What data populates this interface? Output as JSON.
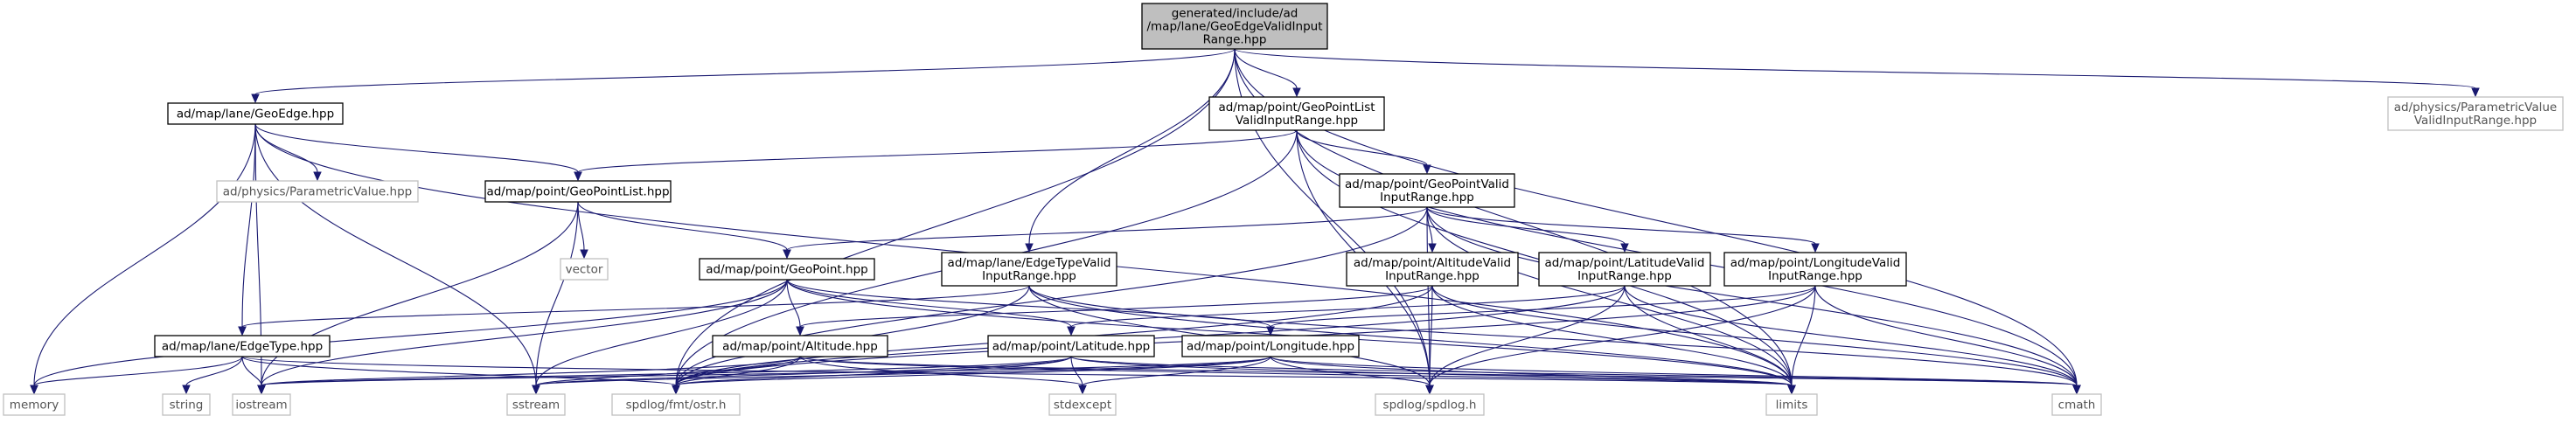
{
  "colors": {
    "edge": "#191970",
    "root_fill": "#bfbfbf",
    "external_border": "#bfbfbf",
    "project_border": "#000000"
  },
  "nodes": [
    {
      "id": "root",
      "kind": "root",
      "lines": [
        "generated/include/ad",
        "/map/lane/GeoEdgeValidInput",
        "Range.hpp"
      ]
    },
    {
      "id": "geoedge",
      "kind": "project",
      "lines": [
        "ad/map/lane/GeoEdge.hpp"
      ]
    },
    {
      "id": "gplvir",
      "kind": "project",
      "lines": [
        "ad/map/point/GeoPointList",
        "ValidInputRange.hpp"
      ]
    },
    {
      "id": "pvvir",
      "kind": "external",
      "lines": [
        "ad/physics/ParametricValue",
        "ValidInputRange.hpp"
      ]
    },
    {
      "id": "pv",
      "kind": "external",
      "lines": [
        "ad/physics/ParametricValue.hpp"
      ]
    },
    {
      "id": "gpl",
      "kind": "project",
      "lines": [
        "ad/map/point/GeoPointList.hpp"
      ]
    },
    {
      "id": "gpvir",
      "kind": "project",
      "lines": [
        "ad/map/point/GeoPointValid",
        "InputRange.hpp"
      ]
    },
    {
      "id": "vector",
      "kind": "external",
      "lines": [
        "vector"
      ]
    },
    {
      "id": "geopoint",
      "kind": "project",
      "lines": [
        "ad/map/point/GeoPoint.hpp"
      ]
    },
    {
      "id": "etvir",
      "kind": "project",
      "lines": [
        "ad/map/lane/EdgeTypeValid",
        "InputRange.hpp"
      ]
    },
    {
      "id": "altvir",
      "kind": "project",
      "lines": [
        "ad/map/point/AltitudeValid",
        "InputRange.hpp"
      ]
    },
    {
      "id": "latvir",
      "kind": "project",
      "lines": [
        "ad/map/point/LatitudeValid",
        "InputRange.hpp"
      ]
    },
    {
      "id": "lonvir",
      "kind": "project",
      "lines": [
        "ad/map/point/LongitudeValid",
        "InputRange.hpp"
      ]
    },
    {
      "id": "edgetype",
      "kind": "project",
      "lines": [
        "ad/map/lane/EdgeType.hpp"
      ]
    },
    {
      "id": "altitude",
      "kind": "project",
      "lines": [
        "ad/map/point/Altitude.hpp"
      ]
    },
    {
      "id": "latitude",
      "kind": "project",
      "lines": [
        "ad/map/point/Latitude.hpp"
      ]
    },
    {
      "id": "longitude",
      "kind": "project",
      "lines": [
        "ad/map/point/Longitude.hpp"
      ]
    },
    {
      "id": "memory",
      "kind": "external",
      "lines": [
        "memory"
      ]
    },
    {
      "id": "string",
      "kind": "external",
      "lines": [
        "string"
      ]
    },
    {
      "id": "iostream",
      "kind": "external",
      "lines": [
        "iostream"
      ]
    },
    {
      "id": "sstream",
      "kind": "external",
      "lines": [
        "sstream"
      ]
    },
    {
      "id": "ostr",
      "kind": "external",
      "lines": [
        "spdlog/fmt/ostr.h"
      ]
    },
    {
      "id": "stdexcept",
      "kind": "external",
      "lines": [
        "stdexcept"
      ]
    },
    {
      "id": "spdlog",
      "kind": "external",
      "lines": [
        "spdlog/spdlog.h"
      ]
    },
    {
      "id": "limits",
      "kind": "external",
      "lines": [
        "limits"
      ]
    },
    {
      "id": "cmath",
      "kind": "external",
      "lines": [
        "cmath"
      ]
    }
  ],
  "edges": [
    [
      "root",
      "geoedge"
    ],
    [
      "root",
      "gplvir"
    ],
    [
      "root",
      "pvvir"
    ],
    [
      "root",
      "etvir"
    ],
    [
      "root",
      "ostr"
    ],
    [
      "root",
      "spdlog"
    ],
    [
      "root",
      "limits"
    ],
    [
      "root",
      "cmath"
    ],
    [
      "geoedge",
      "pv"
    ],
    [
      "geoedge",
      "gpl"
    ],
    [
      "geoedge",
      "edgetype"
    ],
    [
      "geoedge",
      "memory"
    ],
    [
      "geoedge",
      "iostream"
    ],
    [
      "geoedge",
      "sstream"
    ],
    [
      "geoedge",
      "limits"
    ],
    [
      "gplvir",
      "gpl"
    ],
    [
      "gplvir",
      "gpvir"
    ],
    [
      "gplvir",
      "ostr"
    ],
    [
      "gplvir",
      "spdlog"
    ],
    [
      "gplvir",
      "limits"
    ],
    [
      "gplvir",
      "cmath"
    ],
    [
      "gpl",
      "vector"
    ],
    [
      "gpl",
      "geopoint"
    ],
    [
      "gpl",
      "iostream"
    ],
    [
      "gpl",
      "sstream"
    ],
    [
      "gpvir",
      "geopoint"
    ],
    [
      "gpvir",
      "altvir"
    ],
    [
      "gpvir",
      "latvir"
    ],
    [
      "gpvir",
      "lonvir"
    ],
    [
      "gpvir",
      "ostr"
    ],
    [
      "gpvir",
      "spdlog"
    ],
    [
      "gpvir",
      "limits"
    ],
    [
      "gpvir",
      "cmath"
    ],
    [
      "geopoint",
      "altitude"
    ],
    [
      "geopoint",
      "latitude"
    ],
    [
      "geopoint",
      "longitude"
    ],
    [
      "geopoint",
      "memory"
    ],
    [
      "geopoint",
      "iostream"
    ],
    [
      "geopoint",
      "sstream"
    ],
    [
      "geopoint",
      "limits"
    ],
    [
      "etvir",
      "edgetype"
    ],
    [
      "etvir",
      "ostr"
    ],
    [
      "etvir",
      "spdlog"
    ],
    [
      "etvir",
      "limits"
    ],
    [
      "etvir",
      "cmath"
    ],
    [
      "altvir",
      "altitude"
    ],
    [
      "altvir",
      "ostr"
    ],
    [
      "altvir",
      "spdlog"
    ],
    [
      "altvir",
      "limits"
    ],
    [
      "altvir",
      "cmath"
    ],
    [
      "latvir",
      "latitude"
    ],
    [
      "latvir",
      "ostr"
    ],
    [
      "latvir",
      "spdlog"
    ],
    [
      "latvir",
      "limits"
    ],
    [
      "latvir",
      "cmath"
    ],
    [
      "lonvir",
      "longitude"
    ],
    [
      "lonvir",
      "ostr"
    ],
    [
      "lonvir",
      "spdlog"
    ],
    [
      "lonvir",
      "limits"
    ],
    [
      "lonvir",
      "cmath"
    ],
    [
      "edgetype",
      "memory"
    ],
    [
      "edgetype",
      "string"
    ],
    [
      "edgetype",
      "iostream"
    ],
    [
      "edgetype",
      "ostr"
    ],
    [
      "edgetype",
      "limits"
    ],
    [
      "altitude",
      "iostream"
    ],
    [
      "altitude",
      "sstream"
    ],
    [
      "altitude",
      "ostr"
    ],
    [
      "altitude",
      "stdexcept"
    ],
    [
      "altitude",
      "limits"
    ],
    [
      "altitude",
      "cmath"
    ],
    [
      "latitude",
      "iostream"
    ],
    [
      "latitude",
      "sstream"
    ],
    [
      "latitude",
      "ostr"
    ],
    [
      "latitude",
      "stdexcept"
    ],
    [
      "latitude",
      "limits"
    ],
    [
      "latitude",
      "cmath"
    ],
    [
      "longitude",
      "iostream"
    ],
    [
      "longitude",
      "sstream"
    ],
    [
      "longitude",
      "ostr"
    ],
    [
      "longitude",
      "stdexcept"
    ],
    [
      "longitude",
      "spdlog"
    ],
    [
      "longitude",
      "limits"
    ],
    [
      "longitude",
      "cmath"
    ]
  ]
}
